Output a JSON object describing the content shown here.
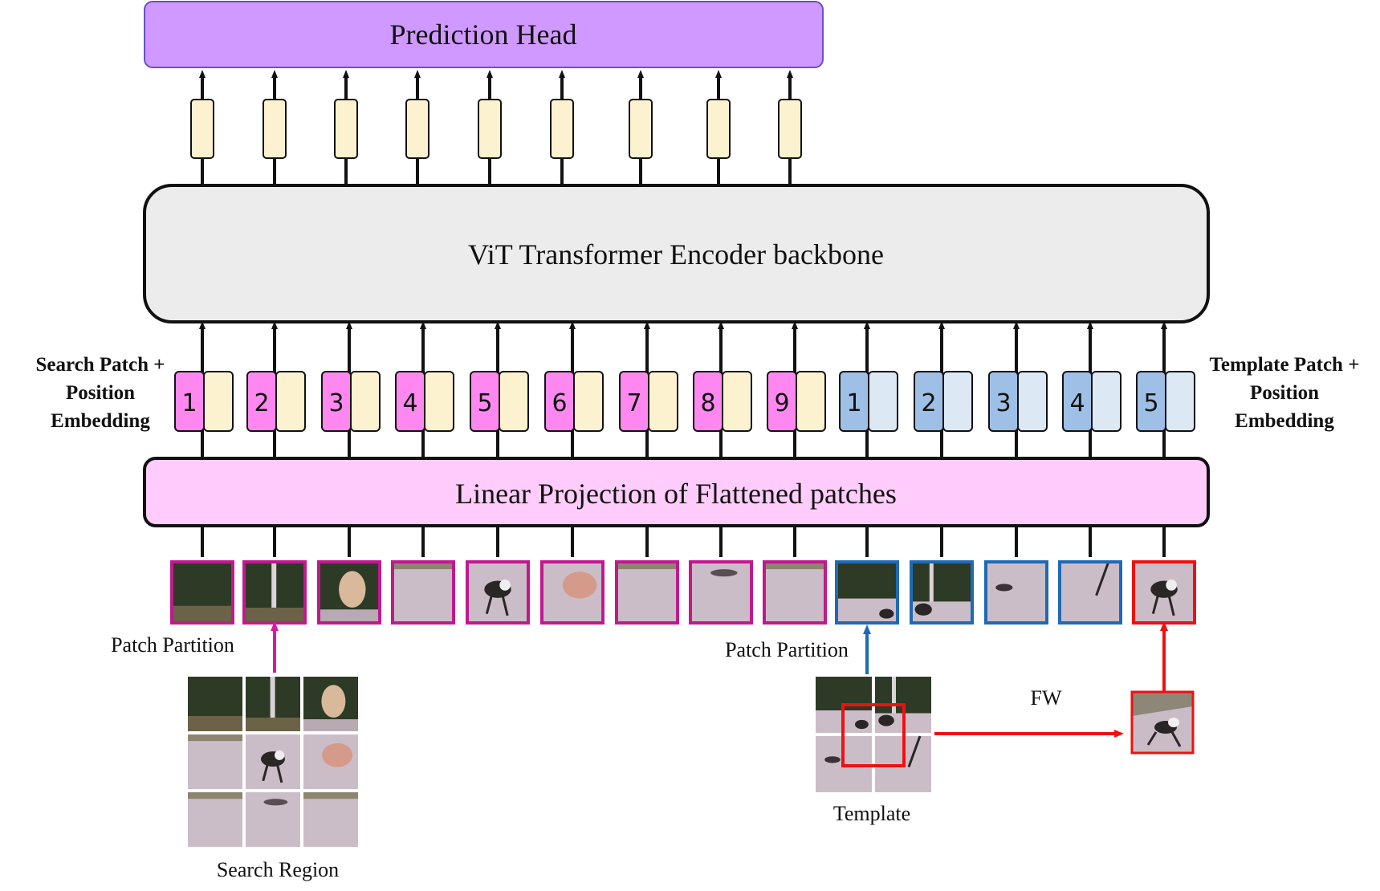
{
  "prediction_head": {
    "label": "Prediction Head"
  },
  "backbone": {
    "label": "ViT Transformer Encoder backbone"
  },
  "projection": {
    "label": "Linear Projection of Flattened patches"
  },
  "search_embedding": {
    "lines": [
      "Search Patch +",
      "Position",
      "Embedding"
    ],
    "tokens": [
      "1",
      "2",
      "3",
      "4",
      "5",
      "6",
      "7",
      "8",
      "9"
    ],
    "id_color": "#ff88f0",
    "embed_color": "#fdf2cf"
  },
  "template_embedding": {
    "lines": [
      "Template Patch +",
      "Position",
      "Embedding"
    ],
    "tokens": [
      "1",
      "2",
      "3",
      "4",
      "5"
    ],
    "id_color": "#9ebfe6",
    "embed_color": "#dde8f5"
  },
  "captions": {
    "patch_partition_left": "Patch Partition",
    "patch_partition_right": "Patch Partition",
    "search_region": "Search Region",
    "template": "Template",
    "fw": "FW"
  },
  "colors": {
    "prediction_head_fill": "#cf99ff",
    "prediction_head_stroke": "#6b4fc7",
    "backbone_fill": "#ececec",
    "projection_fill": "#ffccfb",
    "output_token_fill": "#fdf2cf",
    "search_patch_border": "#c2188f",
    "template_patch_border": "#1f6ab5",
    "fw_color": "#ee1111",
    "left_arrow": "#d81aa0",
    "right_arrow": "#1f6ab5"
  },
  "icons": {
    "search_patches": "dog-photo-patch-icon",
    "template_patches": "dog-photo-patch-icon"
  }
}
